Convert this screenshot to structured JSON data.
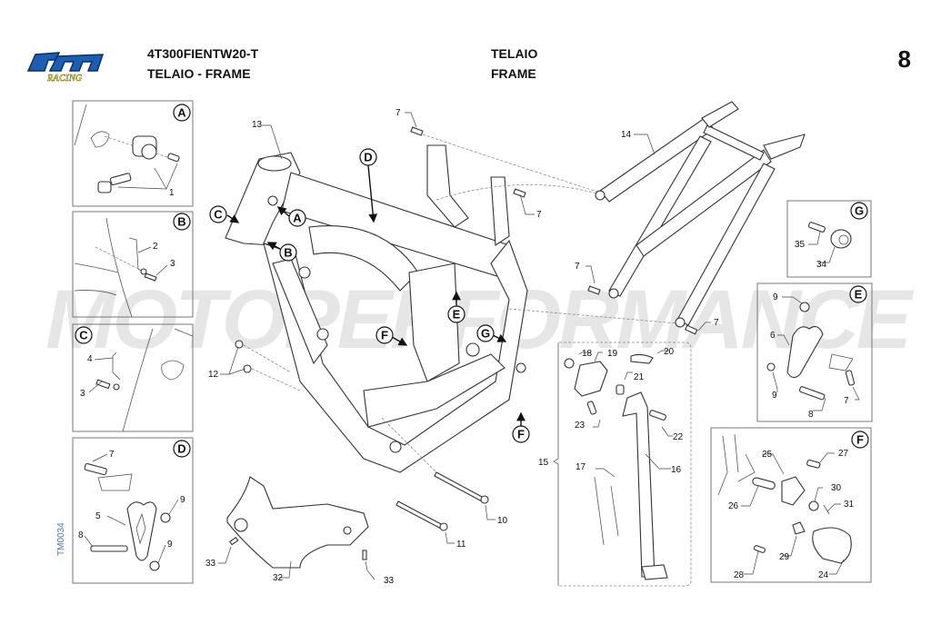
{
  "header": {
    "brand": "tm",
    "brand_sub": "RACING",
    "model_code": "4T300FIENTW20-T",
    "section_title_left": "TELAIO - FRAME",
    "section_it": "TELAIO",
    "section_en": "FRAME",
    "page_number": "8"
  },
  "watermark": "MOTOPERFORMANCE",
  "doc_ref": "TM0034",
  "colors": {
    "logo_blue": "#1a5fb4",
    "logo_yellow": "#e8d84a",
    "watermark": "#e6e6e6"
  },
  "detail_views": [
    {
      "id": "A",
      "callouts": [
        "1"
      ]
    },
    {
      "id": "B",
      "callouts": [
        "2",
        "3"
      ]
    },
    {
      "id": "C",
      "callouts": [
        "4",
        "3"
      ]
    },
    {
      "id": "D",
      "callouts": [
        "7",
        "5",
        "9",
        "8",
        "9"
      ]
    },
    {
      "id": "G",
      "callouts": [
        "35",
        "34"
      ]
    },
    {
      "id": "E",
      "callouts": [
        "9",
        "6",
        "9",
        "8",
        "7"
      ]
    },
    {
      "id": "F",
      "callouts": [
        "25",
        "27",
        "26",
        "30",
        "31",
        "29",
        "28",
        "24"
      ]
    }
  ],
  "main_callouts": {
    "frame": "13",
    "subframe": "14",
    "side_stand_group": "15",
    "side_stand": "16",
    "springs": "17",
    "stand_parts": [
      "18",
      "19",
      "20",
      "21",
      "22",
      "23"
    ],
    "bolts_top": [
      "7",
      "7"
    ],
    "bolts_subframe": [
      "7",
      "7"
    ],
    "nuts": "12",
    "bolt_long_1": "10",
    "bolt_long_2": "11",
    "skid_plate": "32",
    "skid_screws": [
      "33",
      "33"
    ]
  },
  "view_markers": [
    "A",
    "B",
    "C",
    "D",
    "E",
    "F",
    "G",
    "F"
  ]
}
